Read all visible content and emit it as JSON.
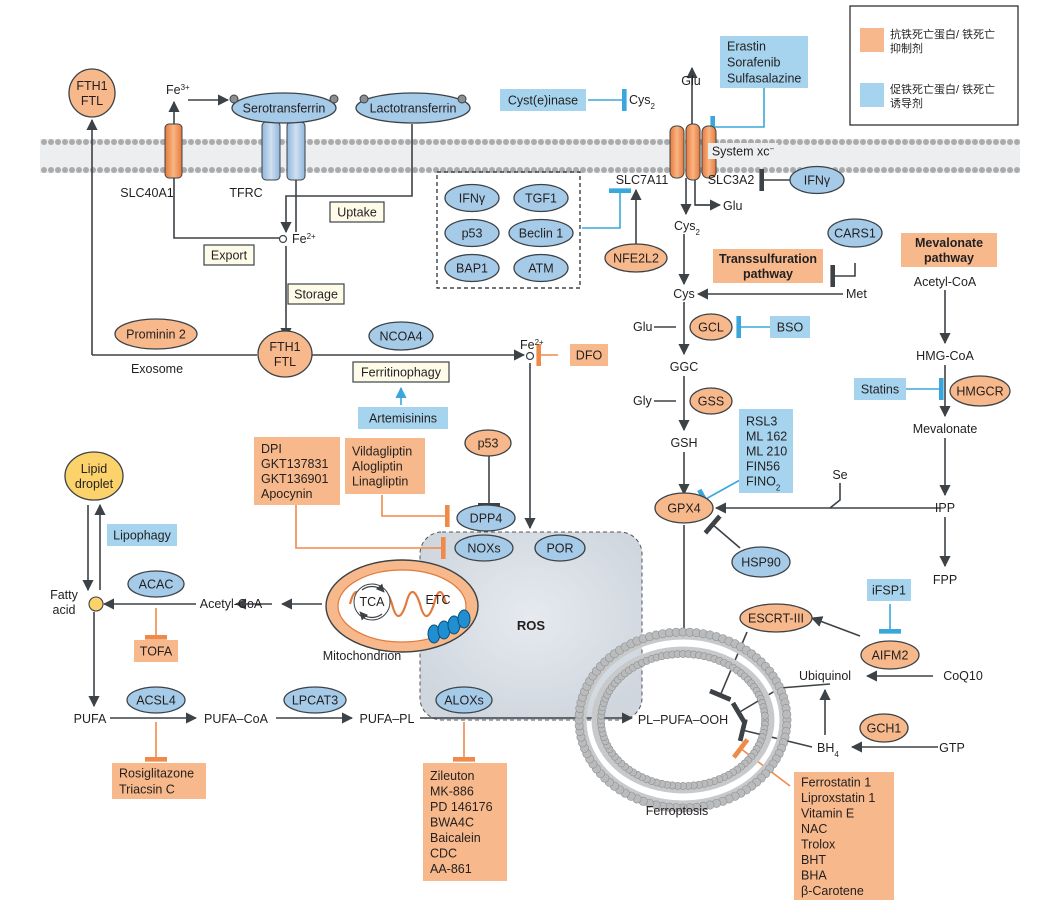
{
  "legend": {
    "inhibitor_label_1": "抗铁死亡蛋白/ 铁死亡",
    "inhibitor_label_2": "抑制剂",
    "inducer_label_1": "促铁死亡蛋白/ 铁死亡",
    "inducer_label_2": "诱导剂",
    "inhibitor_color": "#f7b98b",
    "inducer_color": "#a6d4ee"
  },
  "colors": {
    "orange_fill": "#f7b98b",
    "blue_fill": "#a6d4ee",
    "blue_node": "#a6cbe8",
    "inhibit_orange": "#ef8a4a",
    "inhibit_blue": "#3aa7dc",
    "arrow": "#3d4247",
    "membrane": "#a9abad",
    "ros": "#d7dde4",
    "lipid_droplet": "#fbd36a"
  },
  "iron": {
    "fe3": "Fe",
    "fe3_sup": "3+",
    "fe2": "Fe",
    "fe2_sup": "2+",
    "fe2_b": "Fe",
    "fe2_b_sup": "2+",
    "fth1_top_1": "FTH1",
    "fth1_top_2": "FTL",
    "fth1_mid_1": "FTH1",
    "fth1_mid_2": "FTL",
    "serotransferrin": "Serotransferrin",
    "lactotransferrin": "Lactotransferrin",
    "slc40a1": "SLC40A1",
    "tfrc": "TFRC",
    "uptake": "Uptake",
    "export": "Export",
    "storage": "Storage",
    "prominin2": "Prominin 2",
    "exosome": "Exosome",
    "ncoa4": "NCOA4",
    "ferritinophagy": "Ferritinophagy",
    "artemisinins": "Artemisinins",
    "dfo": "DFO"
  },
  "regulators": [
    "IFNγ",
    "TGF1",
    "p53",
    "Beclin 1",
    "BAP1",
    "ATM"
  ],
  "system_xc": {
    "erastin_lines": [
      "Erastin",
      "Sorafenib",
      "Sulfasalazine"
    ],
    "glu_top": "Glu",
    "glu_out": "Glu",
    "cystinase": "Cyst(e)inase",
    "cys2_out": "Cys",
    "cys2_out_sub": "2",
    "label": "System xc",
    "label_sup": "−",
    "slc7a11": "SLC7A11",
    "slc3a2": "SLC3A2",
    "ifng_right": "IFNγ",
    "nfe2l2": "NFE2L2",
    "cys2_in": "Cys",
    "cys2_in_sub": "2"
  },
  "gsh": {
    "cars1": "CARS1",
    "transsulfuration_1": "Transsulfuration",
    "transsulfuration_2": "pathway",
    "cys": "Cys",
    "met": "Met",
    "glu": "Glu",
    "gcl": "GCL",
    "bso": "BSO",
    "ggc": "GGC",
    "gly": "Gly",
    "gss": "GSS",
    "gsh": "GSH",
    "rsl3_lines": [
      "RSL3",
      "ML 162",
      "ML 210",
      "FIN56",
      "FINO"
    ],
    "fino_sub": "2",
    "gpx4": "GPX4",
    "hsp90": "HSP90",
    "se": "Se"
  },
  "mevalonate": {
    "title_1": "Mevalonate",
    "title_2": "pathway",
    "acetyl_coa": "Acetyl-CoA",
    "hmg_coa": "HMG-CoA",
    "statins": "Statins",
    "hmgcr": "HMGCR",
    "mevalonate": "Mevalonate",
    "ipp": "IPP",
    "fpp": "FPP"
  },
  "fsp1": {
    "ifsp1": "iFSP1",
    "escrt": "ESCRT-III",
    "aifm2": "AIFM2",
    "ubiquinol": "Ubiquinol",
    "coq10": "CoQ10",
    "gch1": "GCH1",
    "bh4": "BH",
    "bh4_sub": "4",
    "gtp": "GTP"
  },
  "lipid": {
    "lipid_droplet_1": "Lipid",
    "lipid_droplet_2": "droplet",
    "lipophagy": "Lipophagy",
    "fatty_acid_1": "Fatty",
    "fatty_acid_2": "acid",
    "acac": "ACAC",
    "acetyl_coa": "Acetyl-CoA",
    "tofa": "TOFA",
    "tca": "TCA",
    "etc": "ETC",
    "mitochondrion": "Mitochondrion",
    "ros": "ROS",
    "pufa": "PUFA",
    "acsl4": "ACSL4",
    "pufa_coa": "PUFA–CoA",
    "lpcat3": "LPCAT3",
    "pufa_pl": "PUFA–PL",
    "aloxs": "ALOXs",
    "pl_pufa_ooh": "PL–PUFA–OOH",
    "ferroptosis": "Ferroptosis",
    "rosiglitazone_lines": [
      "Rosiglitazone",
      "Triacsin C"
    ],
    "zileuton_lines": [
      "Zileuton",
      "MK-886",
      "PD 146176",
      "BWA4C",
      "Baicalein",
      "CDC",
      "AA-861"
    ],
    "p53": "p53",
    "dpp4": "DPP4",
    "noxs": "NOXs",
    "por": "POR",
    "dpi_lines": [
      "DPI",
      "GKT137831",
      "GKT136901",
      "Apocynin"
    ],
    "gliptin_lines": [
      "Vildagliptin",
      "Alogliptin",
      "Linagliptin"
    ],
    "ferrostatin_lines": [
      "Ferrostatin 1",
      "Liproxstatin 1",
      "Vitamin E",
      "NAC",
      "Trolox",
      "BHT",
      "BHA",
      "β-Carotene"
    ]
  }
}
